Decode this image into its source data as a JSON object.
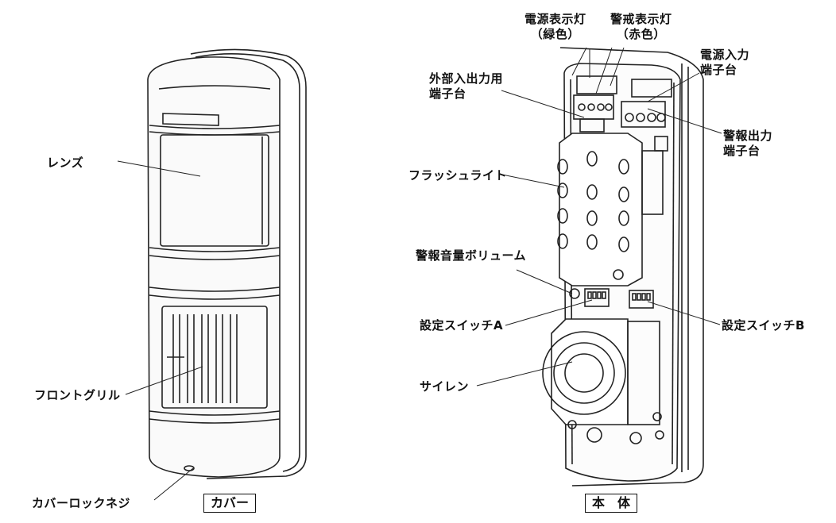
{
  "cover": {
    "caption": "カバー",
    "labels": {
      "lens": "レンズ",
      "front_grill": "フロントグリル",
      "cover_lock_screw": "カバーロックネジ"
    }
  },
  "body_unit": {
    "caption": "本　体",
    "labels": {
      "power_lamp_line1": "電源表示灯",
      "power_lamp_line2": "（緑色）",
      "alert_lamp_line1": "警戒表示灯",
      "alert_lamp_line2": "（赤色）",
      "ext_io_line1": "外部入出力用",
      "ext_io_line2": "端子台",
      "power_in_line1": "電源入力",
      "power_in_line2": "端子台",
      "alarm_out_line1": "警報出力",
      "alarm_out_line2": "端子台",
      "flashlight": "フラッシュライト",
      "alarm_volume": "警報音量ボリューム",
      "switch_a": "設定スイッチA",
      "switch_b": "設定スイッチB",
      "siren": "サイレン"
    }
  }
}
